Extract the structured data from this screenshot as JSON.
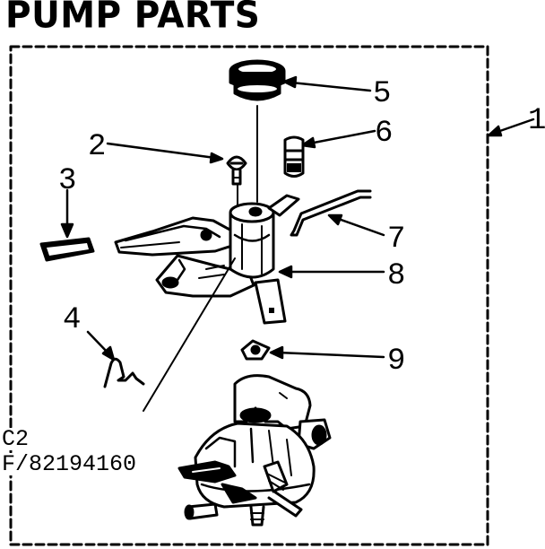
{
  "title": "PUMP PARTS",
  "reference": {
    "line1": "C2",
    "line2": "F/82194160"
  },
  "callouts": [
    "1",
    "2",
    "3",
    "4",
    "5",
    "6",
    "7",
    "8",
    "9"
  ],
  "colors": {
    "ink": "#000000",
    "paper": "#ffffff"
  }
}
